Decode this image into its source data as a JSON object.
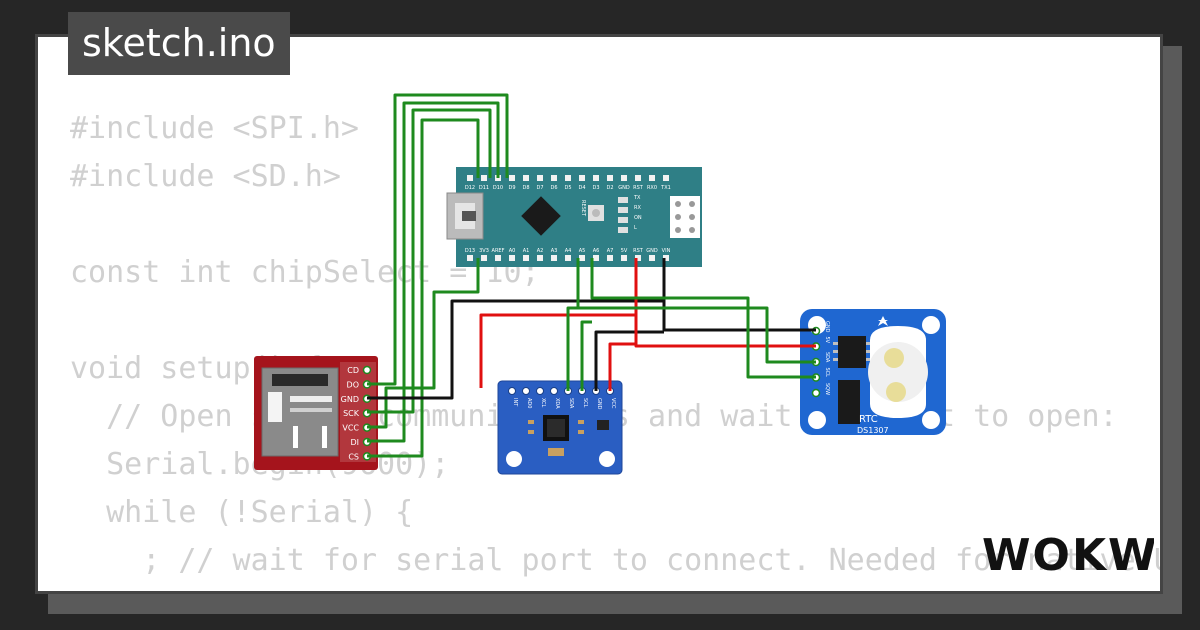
{
  "title": "sketch.ino",
  "code_lines": [
    "#include <SPI.h>",
    "#include <SD.h>",
    "",
    "const int chipSelect = 10;",
    "",
    "void setup() {",
    "  // Open serial communications and wait for port to open:",
    "  Serial.begin(9600);",
    "  while (!Serial) {",
    "    ; // wait for serial port to connect. Needed for native USB port only",
    "  }"
  ],
  "brand": "WOKWI",
  "sd_card": {
    "pins": [
      "CD",
      "DO",
      "GND",
      "SCK",
      "VCC",
      "DI",
      "CS"
    ]
  },
  "arduino": {
    "top_pins": [
      "D12",
      "D11",
      "D10",
      "D9",
      "D8",
      "D7",
      "D6",
      "D5",
      "D4",
      "D3",
      "D2",
      "GND",
      "RST",
      "RX0",
      "TX1"
    ],
    "bottom_pins": [
      "D13",
      "3V3",
      "AREF",
      "A0",
      "A1",
      "A2",
      "A3",
      "A4",
      "A5",
      "A6",
      "A7",
      "5V",
      "RST",
      "GND",
      "VIN"
    ],
    "reset_label": "RESET",
    "led_labels": [
      "TX",
      "RX",
      "ON",
      "L"
    ]
  },
  "mpu": {
    "pins": [
      "INT",
      "AD0",
      "XCL",
      "XDA",
      "SDA",
      "SCL",
      "GND",
      "VCC"
    ]
  },
  "rtc": {
    "pins": [
      "GND",
      "5V",
      "SDA",
      "SCL",
      "SQW"
    ],
    "label": "RTC",
    "chip": "DS1307"
  },
  "colors": {
    "background": "#262626",
    "card": "#ffffff",
    "code_text": "#d0d0d0",
    "title_bg": "#4a4a4a",
    "wire_green": "#1e8a1e",
    "wire_red": "#e01010",
    "wire_black": "#111111",
    "arduino_board": "#2f7f86",
    "sd_board": "#a5141c",
    "mpu_board": "#2a5ec2",
    "rtc_board": "#1f67d1"
  }
}
